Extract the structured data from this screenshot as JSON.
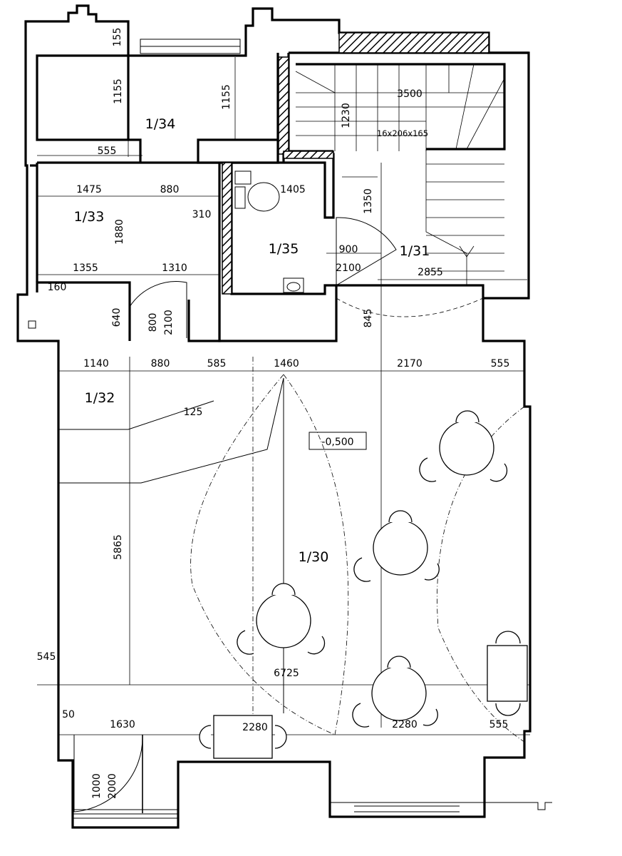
{
  "rooms": {
    "r1_34": "1/34",
    "r1_33": "1/33",
    "r1_35": "1/35",
    "r1_31": "1/31",
    "r1_32": "1/32",
    "r1_30": "1/30"
  },
  "level_tag": "-0,500",
  "stair_spec": "16x206x165",
  "dims": {
    "d155": "155",
    "d1155a": "1155",
    "d1155b": "1155",
    "d555a": "555",
    "d3500": "3500",
    "d1230": "1230",
    "d1475": "1475",
    "d880a": "880",
    "d1405": "1405",
    "d310": "310",
    "d1880": "1880",
    "d1350": "1350",
    "d900": "900",
    "d2100a": "2100",
    "d1355": "1355",
    "d1310": "1310",
    "d2855": "2855",
    "d160": "160",
    "d640": "640",
    "d800": "800",
    "d2100b": "2100",
    "d845": "845",
    "d1140": "1140",
    "d880b": "880",
    "d585": "585",
    "d1460": "1460",
    "d2170": "2170",
    "d555b": "555",
    "d125": "125",
    "d5865": "5865",
    "d6725": "6725",
    "d545": "545",
    "d50": "50",
    "d1630": "1630",
    "d2280a": "2280",
    "d2280b": "2280",
    "d555c": "555",
    "d1000": "1000",
    "d2000": "2000"
  }
}
